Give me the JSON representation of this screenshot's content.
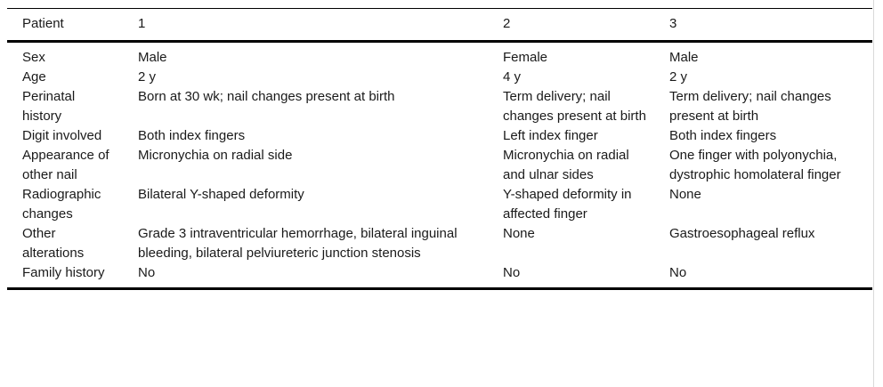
{
  "colors": {
    "text": "#1a1a1a",
    "border": "#000000",
    "background": "#ffffff",
    "page_edge_line": "#d9d9d9"
  },
  "table": {
    "header": {
      "label_column": "Patient",
      "patient_1": "1",
      "patient_2": "2",
      "patient_3": "3"
    },
    "rows": [
      {
        "label": "Sex",
        "cells": [
          "Male",
          "Female",
          "Male"
        ]
      },
      {
        "label": "Age",
        "cells": [
          "2 y",
          "4 y",
          "2 y"
        ]
      },
      {
        "label": "Perinatal history",
        "cells": [
          "Born at 30 wk; nail changes present at birth",
          "Term delivery; nail changes present at birth",
          "Term delivery; nail changes present at birth"
        ]
      },
      {
        "label": "Digit involved",
        "cells": [
          "Both index fingers",
          "Left index finger",
          "Both index fingers"
        ]
      },
      {
        "label": "Appearance of other nail",
        "cells": [
          "Micronychia on radial side",
          "Micronychia on radial and ulnar sides",
          "One finger with polyonychia, dystrophic homolateral finger"
        ]
      },
      {
        "label": "Radiographic changes",
        "cells": [
          "Bilateral Y-shaped deformity",
          "Y-shaped deformity in affected finger",
          "None"
        ]
      },
      {
        "label": "Other alterations",
        "cells": [
          "Grade 3 intraventricular hemorrhage, bilateral inguinal bleeding, bilateral pelviureteric junction stenosis",
          "None",
          "Gastroesophageal reflux"
        ]
      },
      {
        "label": "Family history",
        "cells": [
          "No",
          "No",
          "No"
        ]
      }
    ]
  }
}
